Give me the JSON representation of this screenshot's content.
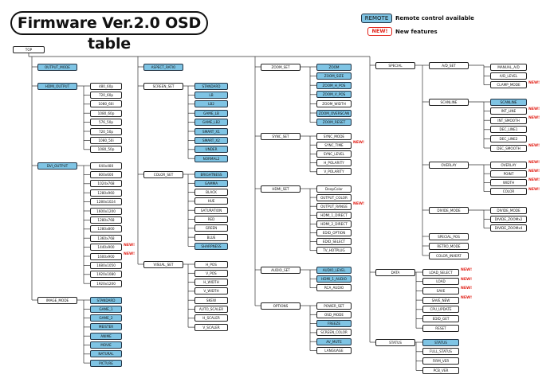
{
  "title": "Firmware Ver.2.0 OSD table",
  "legend": {
    "remote_tag": "REMOTE",
    "remote_text": "Remote control available",
    "new_tag": "NEW!",
    "new_text": "New features"
  },
  "colors": {
    "remote_fill": "#7fc4e4",
    "new_text": "#e2231a",
    "line": "#333333"
  },
  "diagram": {
    "root": "TOP",
    "sections": [
      {
        "label": "OUTPUT_MODE",
        "remote": true,
        "children": []
      },
      {
        "label": "HDMI_OUTPUT",
        "remote": true,
        "children": [
          {
            "label": "480_60p"
          },
          {
            "label": "720_60p"
          },
          {
            "label": "1080_60i"
          },
          {
            "label": "1080_60p"
          },
          {
            "label": "576_50p"
          },
          {
            "label": "720_50p"
          },
          {
            "label": "1080_50i"
          },
          {
            "label": "1080_50p"
          }
        ]
      },
      {
        "label": "DVI_OUTPUT",
        "remote": true,
        "children": [
          {
            "label": "640x480"
          },
          {
            "label": "800x600"
          },
          {
            "label": "1024x768"
          },
          {
            "label": "1280x960"
          },
          {
            "label": "1280x1024"
          },
          {
            "label": "1600x1200"
          },
          {
            "label": "1280x768"
          },
          {
            "label": "1280x800"
          },
          {
            "label": "1360x768"
          },
          {
            "label": "1440x900",
            "new": true
          },
          {
            "label": "1600x900",
            "new": true
          },
          {
            "label": "1680x1050"
          },
          {
            "label": "1920x1080"
          },
          {
            "label": "1920x1200"
          }
        ]
      },
      {
        "label": "IMAGE_MODE",
        "children": [
          {
            "label": "STANDARD",
            "remote": true
          },
          {
            "label": "GAME_1",
            "remote": true
          },
          {
            "label": "GAME_2",
            "remote": true
          },
          {
            "label": "MEISTER",
            "remote": true
          },
          {
            "label": "ANIME",
            "remote": true
          },
          {
            "label": "MOVIE",
            "remote": true
          },
          {
            "label": "NATURAL",
            "remote": true
          },
          {
            "label": "PICTURE",
            "remote": true
          }
        ]
      },
      {
        "label": "ASPECT_RATIO",
        "remote": true,
        "children": []
      },
      {
        "label": "SCREEN_SET",
        "children": [
          {
            "label": "STANDARD",
            "remote": true
          },
          {
            "label": "LB",
            "remote": true
          },
          {
            "label": "LB2",
            "remote": true
          },
          {
            "label": "GAME_LB",
            "remote": true
          },
          {
            "label": "GAME_LB2",
            "remote": true
          },
          {
            "label": "SMART_X1",
            "remote": true
          },
          {
            "label": "SMART_X2",
            "remote": true
          },
          {
            "label": "UNDER",
            "remote": true
          },
          {
            "label": "NORMAL2",
            "remote": true
          }
        ]
      },
      {
        "label": "COLOR_SET",
        "children": [
          {
            "label": "BRIGHTNESS",
            "remote": true
          },
          {
            "label": "GAMMA",
            "remote": true
          },
          {
            "label": "BLACK"
          },
          {
            "label": "HUE"
          },
          {
            "label": "SATURATION"
          },
          {
            "label": "RED"
          },
          {
            "label": "GREEN"
          },
          {
            "label": "BLUE"
          },
          {
            "label": "SHARPNESS",
            "remote": true
          }
        ]
      },
      {
        "label": "VISUAL_SET",
        "children": [
          {
            "label": "H_POS"
          },
          {
            "label": "V_POS"
          },
          {
            "label": "H_WIDTH"
          },
          {
            "label": "V_WIDTH"
          },
          {
            "label": "SKEW"
          },
          {
            "label": "AUTO_SCALER"
          },
          {
            "label": "H_SCALER"
          },
          {
            "label": "V_SCALER"
          }
        ]
      },
      {
        "label": "ZOOM_SET",
        "children": [
          {
            "label": "ZOOM",
            "remote": true
          },
          {
            "label": "ZOOM_SIZE",
            "remote": true
          },
          {
            "label": "ZOOM_H_POS",
            "remote": true
          },
          {
            "label": "ZOOM_V_POS",
            "remote": true
          },
          {
            "label": "ZOOM_WIDTH"
          },
          {
            "label": "ZOOM_OVERSCAN",
            "remote": true
          },
          {
            "label": "ZOOM_RESET",
            "remote": true
          }
        ]
      },
      {
        "label": "SYNC_SET",
        "children": [
          {
            "label": "SYNC_MODE"
          },
          {
            "label": "SYNC_TIME",
            "new": true
          },
          {
            "label": "SYNC_LEVEL"
          },
          {
            "label": "H_POLARITY"
          },
          {
            "label": "V_POLARITY"
          }
        ]
      },
      {
        "label": "HDMI_SET",
        "children": [
          {
            "label": "DeepColor"
          },
          {
            "label": "OUTPUT_COLOR"
          },
          {
            "label": "OUTPUT_RANGE",
            "new": true
          },
          {
            "label": "HDMI_1_DIRECT"
          },
          {
            "label": "HDMI_2_DIRECT"
          },
          {
            "label": "EDID_OPTION"
          },
          {
            "label": "EDID_SELECT"
          },
          {
            "label": "TV_HOTPLUG"
          }
        ]
      },
      {
        "label": "AUDIO_SET",
        "children": [
          {
            "label": "AUDIO_LEVEL",
            "remote": true
          },
          {
            "label": "HDMI_1_AUDIO",
            "remote": true
          },
          {
            "label": "RCA_AUDIO"
          }
        ]
      },
      {
        "label": "OPTIONS",
        "children": [
          {
            "label": "POWER_SET"
          },
          {
            "label": "OSD_MODE"
          },
          {
            "label": "FREEZE",
            "remote": true
          },
          {
            "label": "SCREEN_COLOR"
          },
          {
            "label": "AV_MUTE",
            "remote": true
          },
          {
            "label": "LANGUAGE"
          }
        ]
      },
      {
        "label": "SPECIAL",
        "children": [
          {
            "label": "A/D_SET",
            "children": [
              {
                "label": "MANUAL_A/D"
              },
              {
                "label": "A/D_LEVEL"
              },
              {
                "label": "CLAMP_MODE",
                "new": true
              }
            ]
          },
          {
            "label": "SCANLINE",
            "children": [
              {
                "label": "SCANLINE",
                "remote": true
              },
              {
                "label": "INT_LINE",
                "new": true
              },
              {
                "label": "INT_SMOOTH",
                "new": true
              },
              {
                "label": "DEC_LINE1"
              },
              {
                "label": "DEC_LINE2"
              },
              {
                "label": "DEC_SMOOTH",
                "new": true
              }
            ]
          },
          {
            "label": "OVERLAY",
            "children": [
              {
                "label": "OVERLAY",
                "new": true
              },
              {
                "label": "POINT",
                "new": true
              },
              {
                "label": "WIDTH",
                "new": true
              },
              {
                "label": "COLOR",
                "new": true
              }
            ]
          },
          {
            "label": "DIVIDE_MODE",
            "children": [
              {
                "label": "DIVIDE_MODE"
              },
              {
                "label": "DIVIDE_ZOOMx2"
              },
              {
                "label": "DIVIDE_ZOOMx4"
              }
            ]
          },
          {
            "label": "SPECIAL_POS"
          },
          {
            "label": "RETRO_MODE"
          },
          {
            "label": "COLOR_INVERT"
          }
        ]
      },
      {
        "label": "DATA",
        "children": [
          {
            "label": "LOAD_SELECT",
            "new": true
          },
          {
            "label": "LOAD",
            "new": true
          },
          {
            "label": "SAVE",
            "new": true
          },
          {
            "label": "SAVE_NEW",
            "new": true
          },
          {
            "label": "CPU_UPDATE"
          },
          {
            "label": "EDID_GET"
          },
          {
            "label": "RESET"
          }
        ]
      },
      {
        "label": "STATUS",
        "children": [
          {
            "label": "STATUS",
            "remote": true
          },
          {
            "label": "FULL_STATUS"
          },
          {
            "label": "FIRM_VER"
          },
          {
            "label": "PCB_VER"
          }
        ]
      }
    ]
  }
}
